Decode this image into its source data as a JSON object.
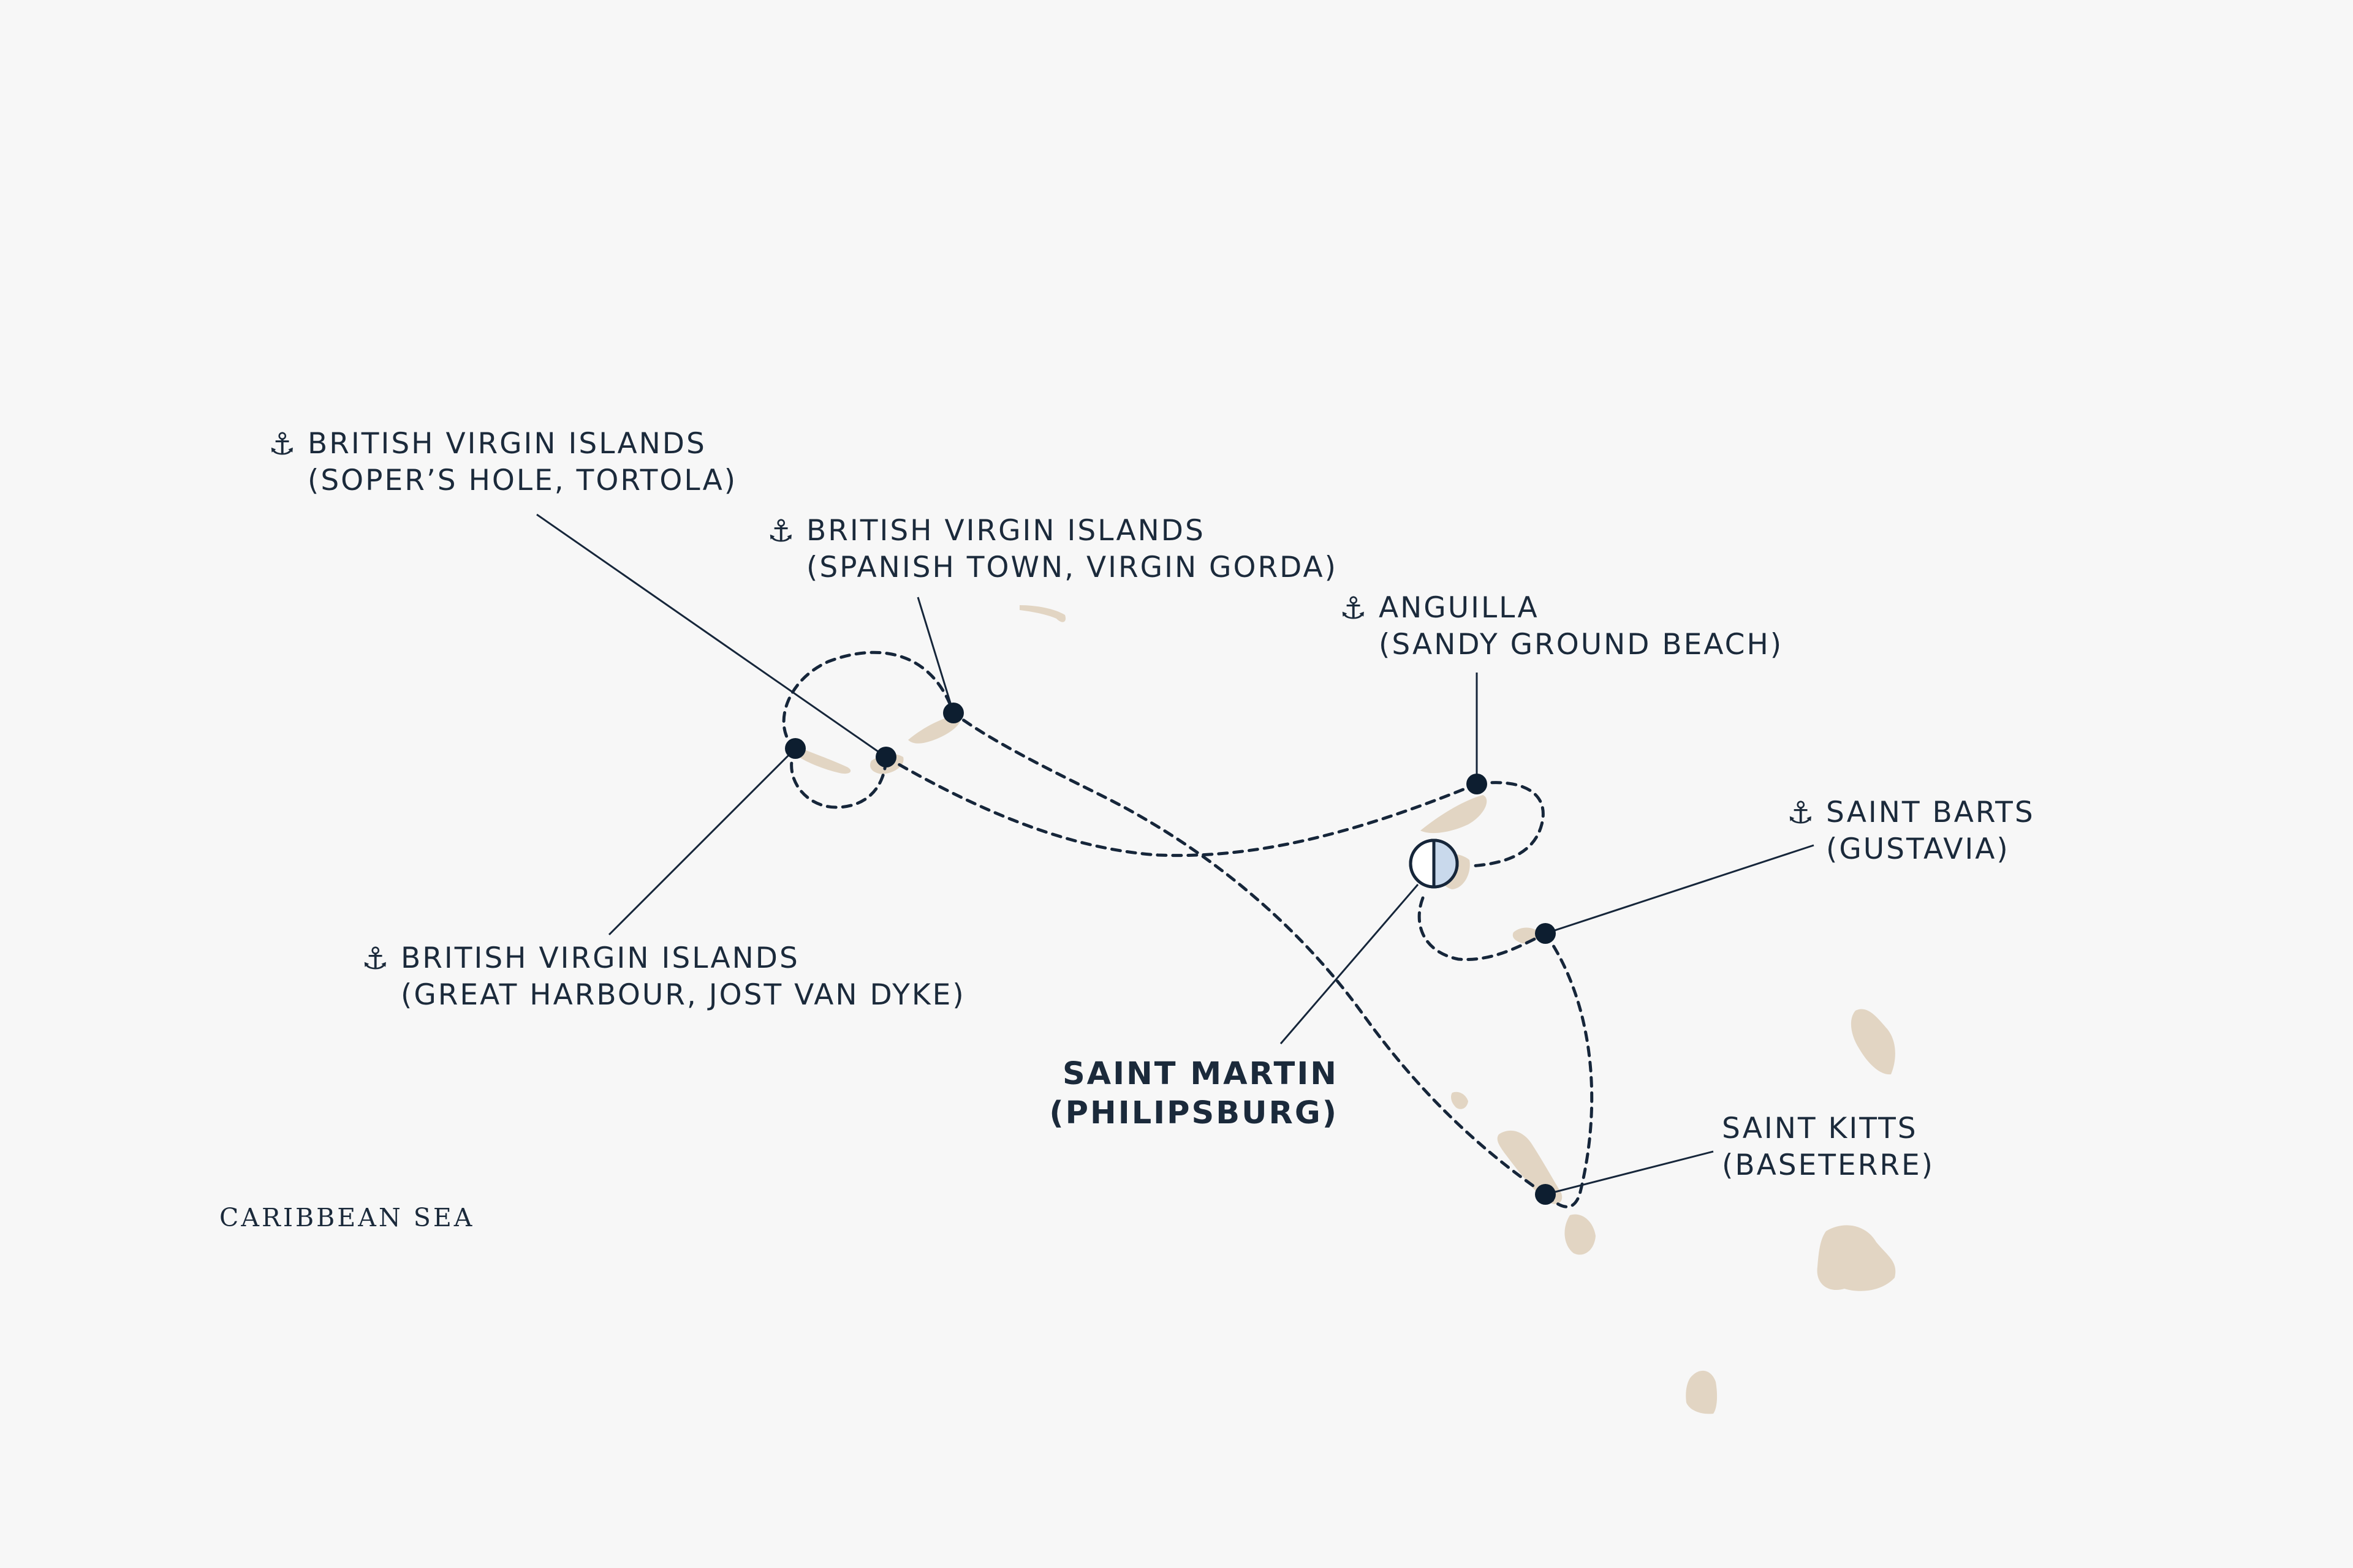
{
  "colors": {
    "background": "#f7f7f7",
    "land": "#e2d5c3",
    "route": "#16263a",
    "text": "#1b2a3b",
    "embark_fill": "#c9d9ec"
  },
  "icons": {
    "port_icon": "anchor-icon",
    "embark_icon": "half-circle-marker-icon"
  },
  "anchor_glyph": "⚓",
  "sea_label": "CARIBBEAN SEA",
  "ports": [
    {
      "id": "soper",
      "line1": "BRITISH VIRGIN ISLANDS",
      "line2": "(SOPER’S HOLE, TORTOLA)",
      "anchor": true
    },
    {
      "id": "spanish",
      "line1": "BRITISH VIRGIN ISLANDS",
      "line2": "(SPANISH TOWN, VIRGIN GORDA)",
      "anchor": true
    },
    {
      "id": "anguilla",
      "line1": "ANGUILLA",
      "line2": "(SANDY GROUND BEACH)",
      "anchor": true
    },
    {
      "id": "barts",
      "line1": "SAINT BARTS",
      "line2": "(GUSTAVIA)",
      "anchor": true
    },
    {
      "id": "jost",
      "line1": "BRITISH VIRGIN ISLANDS",
      "line2": "(GREAT HARBOUR, JOST VAN DYKE)",
      "anchor": true
    },
    {
      "id": "kitts",
      "line1": "SAINT KITTS",
      "line2": "(BASETERRE)",
      "anchor": false
    }
  ],
  "embarkation": {
    "line1": "SAINT MARTIN",
    "line2": "(PHILIPSBURG)"
  }
}
